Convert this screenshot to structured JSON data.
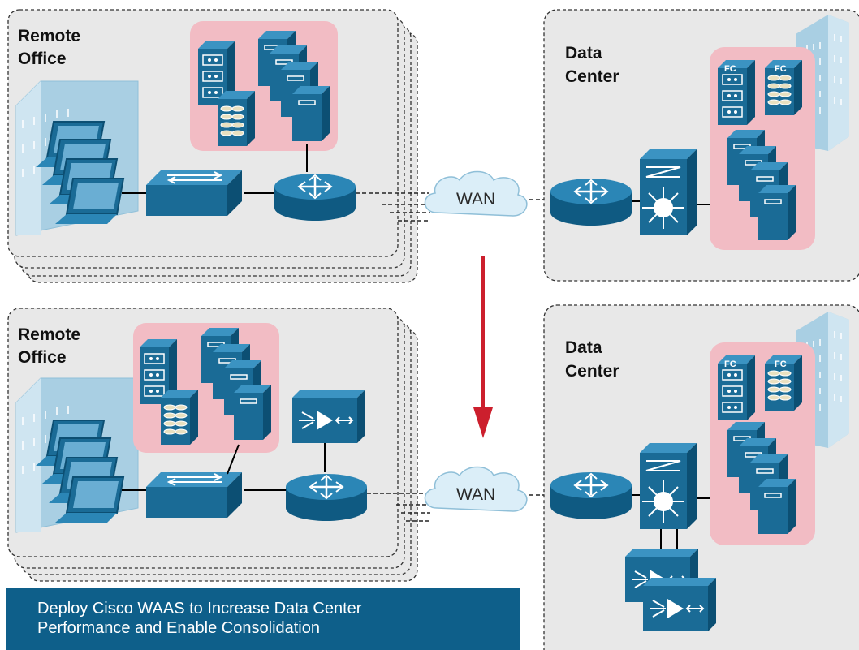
{
  "top": {
    "remote_office": {
      "line1": "Remote",
      "line2": "Office"
    },
    "data_center": {
      "line1": "Data",
      "line2": "Center"
    },
    "wan": "WAN",
    "fc_labels": [
      "FC",
      "FC"
    ]
  },
  "bottom": {
    "remote_office": {
      "line1": "Remote",
      "line2": "Office"
    },
    "data_center": {
      "line1": "Data",
      "line2": "Center"
    },
    "wan": "WAN",
    "fc_labels": [
      "FC",
      "FC"
    ]
  },
  "caption": {
    "line1": "Deploy Cisco WAAS to Increase Data Center",
    "line2": "Performance and Enable Consolidation"
  },
  "colors": {
    "panel_fill": "#e8e8e8",
    "panel_border": "#333333",
    "storage_highlight": "#f2bcc4",
    "device_blue": "#1a6b96",
    "building_blue": "#a9cfe3",
    "arrow_red": "#cc1f2d",
    "caption_bg": "#0e5f8a"
  },
  "icons": [
    "computer-icon",
    "server-icon",
    "file-server-icon",
    "storage-icon",
    "switch-icon",
    "router-icon",
    "multilayer-switch-icon",
    "waas-appliance-icon",
    "wan-cloud-icon",
    "building-icon"
  ]
}
